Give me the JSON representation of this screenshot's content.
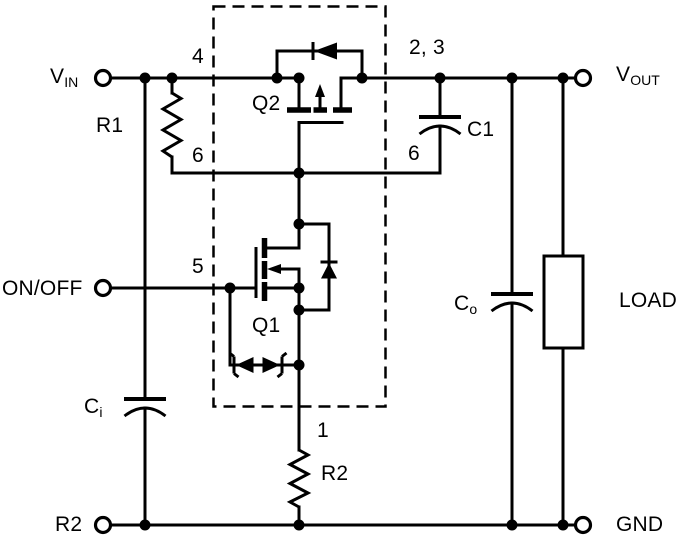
{
  "diagram": {
    "background_color": "#ffffff",
    "line_color": "#000000",
    "terminals": {
      "vin": {
        "main": "V",
        "sub": "IN"
      },
      "vout": {
        "main": "V",
        "sub": "OUT"
      },
      "on_off": {
        "label": "ON/OFF"
      },
      "gnd": {
        "label": "GND"
      },
      "bottom_left": {
        "label": "R2"
      }
    },
    "components": {
      "r1": {
        "label": "R1"
      },
      "r2": {
        "label": "R2"
      },
      "q1": {
        "label": "Q1"
      },
      "q2": {
        "label": "Q2"
      },
      "c1": {
        "label": "C1"
      },
      "ci": {
        "main": "C",
        "sub": "i"
      },
      "co": {
        "main": "C",
        "sub": "o"
      },
      "load": {
        "label": "LOAD"
      }
    },
    "pin_numbers": {
      "pin4": "4",
      "pin2_3": "2, 3",
      "pin5": "5",
      "pin6_left": "6",
      "pin6_right": "6",
      "pin1": "1"
    }
  }
}
